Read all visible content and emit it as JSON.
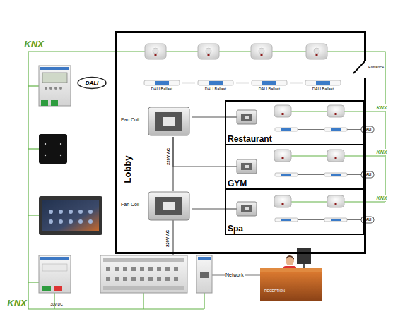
{
  "diagram": {
    "nodes": [
      {
        "text": [
          "Lobby"
        ]
      },
      {
        "text": [
          "DALI Ballast"
        ],
        "in": 0
      },
      {
        "text": [
          "DALI Ballast"
        ],
        "in": 0
      },
      {
        "text": [
          "DALI Ballast"
        ],
        "in": 0
      },
      {
        "text": [
          "DALI Ballast"
        ],
        "in": 0
      },
      {
        "text": [
          "Fan Coil"
        ],
        "in": 0
      },
      {
        "text": [
          "Restaurant"
        ],
        "in": 0
      },
      {
        "text": [
          "GYM"
        ],
        "in": 0
      },
      {
        "text": [
          "Fan Coil"
        ],
        "in": 0
      },
      {
        "text": [
          "Spa"
        ],
        "in": 0
      },
      {
        "text": [
          "RECEPTION"
        ]
      }
    ],
    "edges": [
      {
        "from": 1,
        "to": 2,
        "arrow": "none"
      },
      {
        "from": 2,
        "to": 3,
        "arrow": "none"
      },
      {
        "from": 3,
        "to": 4,
        "arrow": "none"
      },
      {
        "from": 5,
        "to": 6,
        "arrow": "none"
      },
      {
        "from": 5,
        "to": 8,
        "label": "220V AC",
        "arrow": "none"
      },
      {
        "from": 5,
        "to": 7,
        "arrow": "none"
      },
      {
        "from": 8,
        "to": 9,
        "arrow": "none"
      }
    ],
    "labels": [
      "KNX",
      "DALI",
      "Entrance",
      "KNX",
      "DALI",
      "KNX",
      "DALI",
      "KNX",
      "DALI",
      "220V AC",
      "Network",
      "KNX",
      "30V DC"
    ]
  }
}
